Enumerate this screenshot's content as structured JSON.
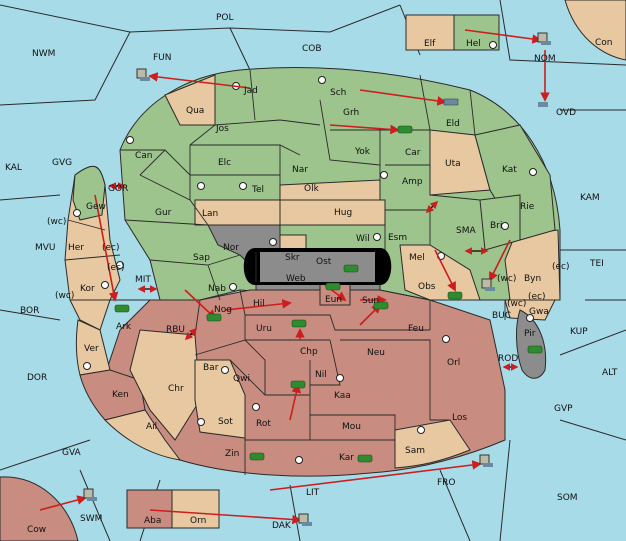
{
  "colors": {
    "sea": "#a8dbe8",
    "green": "#9cc48c",
    "tan": "#e8c8a0",
    "rose": "#c88c80",
    "gray": "#8c8c8c",
    "border": "#2a2a2a",
    "arrow": "#cc1e1e",
    "army": "#2e8b2e",
    "fleet": "#6a8aa0"
  },
  "sea_labels": {
    "pol": "POL",
    "nwm": "NWM",
    "fun": "FUN",
    "cob": "COB",
    "nom": "NOM",
    "ovd": "OVD",
    "kal": "KAL",
    "gvg": "GVG",
    "gor": "GOR",
    "kam": "KAM",
    "mvu": "MVU",
    "mit": "MIT",
    "sma": "SMA",
    "tei": "TEI",
    "bor": "BOR",
    "rbu": "RBU",
    "buc": "BUC",
    "kup": "KUP",
    "dor": "DOR",
    "rod": "ROD",
    "alt": "ALT",
    "gvp": "GVP",
    "gva": "GVA",
    "lit": "LIT",
    "fro": "FRO",
    "som": "SOM",
    "swm": "SWM",
    "dak": "DAK"
  },
  "land_labels": {
    "con": "Con",
    "elf": "Elf",
    "hel": "Hel",
    "jad": "Jad",
    "qua": "Qua",
    "sch": "Sch",
    "jos": "Jos",
    "grh": "Grh",
    "eld": "Eld",
    "can": "Can",
    "elc": "Elc",
    "nar": "Nar",
    "yok": "Yok",
    "car": "Car",
    "uta": "Uta",
    "kat": "Kat",
    "tel": "Tel",
    "olk": "Olk",
    "amp": "Amp",
    "gew": "Gew",
    "wc1": "(wc)",
    "gur": "Gur",
    "lan": "Lan",
    "hug": "Hug",
    "rie": "Rie",
    "bri": "Bri",
    "her": "Her",
    "ec1": "(ec)",
    "nor": "Nor",
    "skr": "Skr",
    "wil": "Wil",
    "esm": "Esm",
    "sap": "Sap",
    "ost": "Ost",
    "mel": "Mel",
    "ec2": "(ec)",
    "byn": "Byn",
    "wc2": "(wc)",
    "ec3": "(ec)",
    "kor": "Kor",
    "web": "Web",
    "nab": "Nab",
    "wc3": "(wc)",
    "eun": "Eun",
    "obs": "Obs",
    "wc4": "(wc)",
    "gwa": "Gwa",
    "ec4": "(ec)",
    "sun": "Sun",
    "nog": "Nog",
    "hil": "Hil",
    "ark": "Ark",
    "uru": "Uru",
    "feu": "Feu",
    "pir": "Pir",
    "ver": "Ver",
    "chp": "Chp",
    "neu": "Neu",
    "orl": "Orl",
    "bar": "Bar",
    "qwi": "Qwi",
    "nil": "Nil",
    "ken": "Ken",
    "chr": "Chr",
    "kaa": "Kaa",
    "los": "Los",
    "sot": "Sot",
    "ail": "Ail",
    "rot": "Rot",
    "mou": "Mou",
    "sam": "Sam",
    "zin": "Zin",
    "kar": "Kar",
    "cow": "Cow",
    "aba": "Aba",
    "orn": "Orn"
  }
}
